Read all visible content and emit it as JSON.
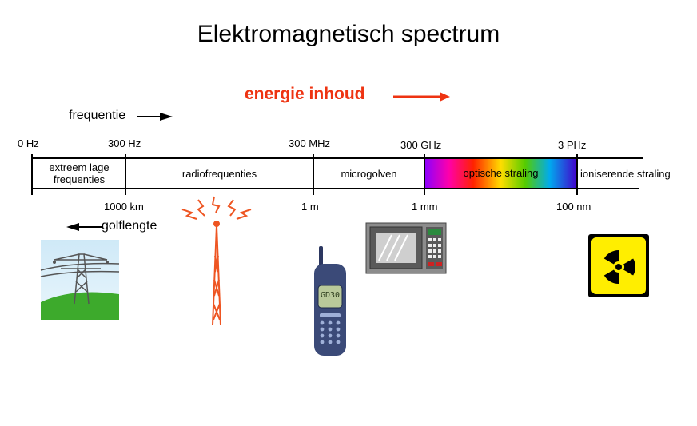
{
  "title": "Elektromagnetisch  spectrum",
  "energy_label": "energie inhoud",
  "frequency_label": "frequentie",
  "wavelength_label": "golflengte",
  "frequency_ticks": [
    "0 Hz",
    "300 Hz",
    "300 MHz",
    "300 GHz",
    "3 PHz"
  ],
  "wavelength_ticks": [
    "1000 km",
    "1 m",
    "1 mm",
    "100 nm"
  ],
  "bands": {
    "elf_line1": "extreem lage",
    "elf_line2": "frequenties",
    "radio": "radiofrequenties",
    "microwave": "microgolven",
    "optical": "optische straling",
    "ionizing": "ioniserende straling"
  },
  "phone_screen": "GD30",
  "colors": {
    "energy": "#ee3311",
    "tower": "#ee5522",
    "phone": "#3b4a78",
    "radiation": "#ffee00"
  },
  "icons": [
    "power-pylon-icon",
    "radio-tower-icon",
    "mobile-phone-icon",
    "microwave-oven-icon",
    "radiation-hazard-icon"
  ]
}
